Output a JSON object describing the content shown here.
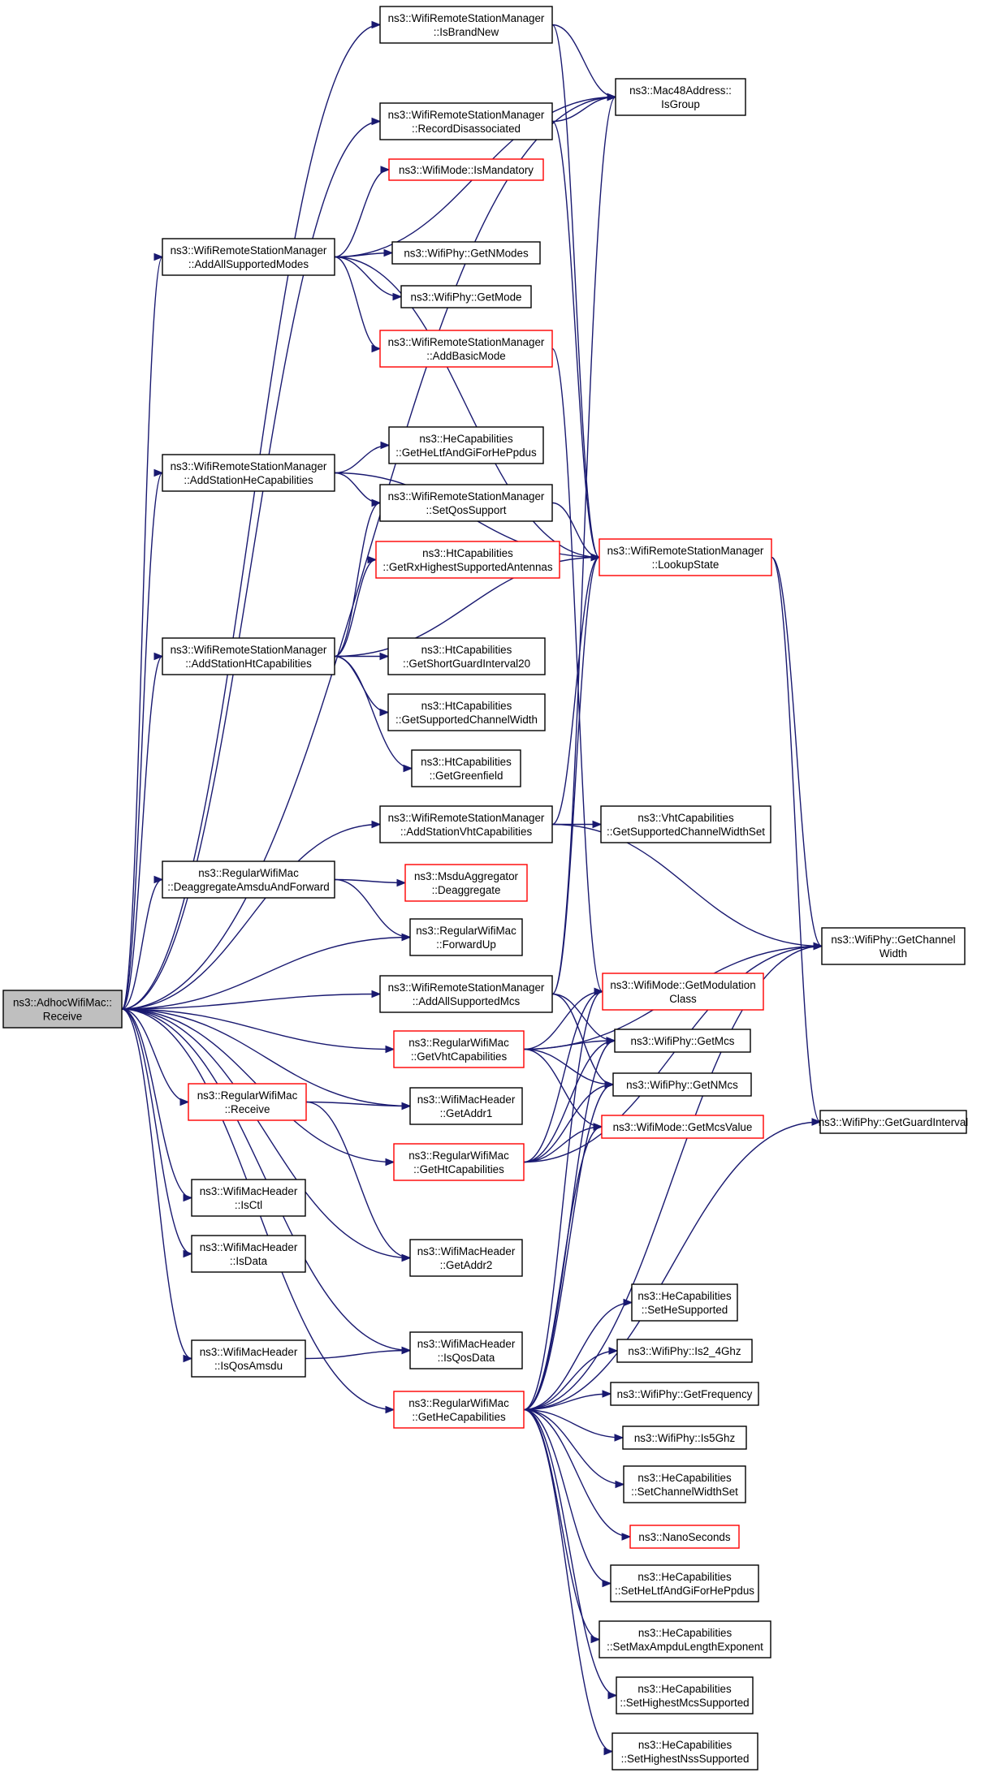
{
  "colors": {
    "edge": "#191970",
    "normal_border": "#000000",
    "truncated_border": "#ff0000",
    "root_fill": "#bfbfbf",
    "fill": "#ffffff"
  },
  "nodes": [
    {
      "id": "root",
      "lines": [
        "ns3::AdhocWifiMac::",
        "Receive"
      ],
      "style": "root"
    },
    {
      "id": "isBrandNew",
      "lines": [
        "ns3::WifiRemoteStationManager",
        "::IsBrandNew"
      ],
      "style": "normal"
    },
    {
      "id": "recordDisassoc",
      "lines": [
        "ns3::WifiRemoteStationManager",
        "::RecordDisassociated"
      ],
      "style": "normal"
    },
    {
      "id": "isMandatory",
      "lines": [
        "ns3::WifiMode::IsMandatory"
      ],
      "style": "truncated"
    },
    {
      "id": "addAllSupportedModes",
      "lines": [
        "ns3::WifiRemoteStationManager",
        "::AddAllSupportedModes"
      ],
      "style": "normal"
    },
    {
      "id": "getNModes",
      "lines": [
        "ns3::WifiPhy::GetNModes"
      ],
      "style": "normal"
    },
    {
      "id": "getMode",
      "lines": [
        "ns3::WifiPhy::GetMode"
      ],
      "style": "normal"
    },
    {
      "id": "addBasicMode",
      "lines": [
        "ns3::WifiRemoteStationManager",
        "::AddBasicMode"
      ],
      "style": "truncated"
    },
    {
      "id": "isGroup",
      "lines": [
        "ns3::Mac48Address::",
        "IsGroup"
      ],
      "style": "normal"
    },
    {
      "id": "getHeLtf",
      "lines": [
        "ns3::HeCapabilities",
        "::GetHeLtfAndGiForHePpdus"
      ],
      "style": "normal"
    },
    {
      "id": "addStationHe",
      "lines": [
        "ns3::WifiRemoteStationManager",
        "::AddStationHeCapabilities"
      ],
      "style": "normal"
    },
    {
      "id": "setQos",
      "lines": [
        "ns3::WifiRemoteStationManager",
        "::SetQosSupport"
      ],
      "style": "normal"
    },
    {
      "id": "lookupState",
      "lines": [
        "ns3::WifiRemoteStationManager",
        "::LookupState"
      ],
      "style": "truncated"
    },
    {
      "id": "getRxHighest",
      "lines": [
        "ns3::HtCapabilities",
        "::GetRxHighestSupportedAntennas"
      ],
      "style": "truncated"
    },
    {
      "id": "addStationHt",
      "lines": [
        "ns3::WifiRemoteStationManager",
        "::AddStationHtCapabilities"
      ],
      "style": "normal"
    },
    {
      "id": "getShortGuard",
      "lines": [
        "ns3::HtCapabilities",
        "::GetShortGuardInterval20"
      ],
      "style": "normal"
    },
    {
      "id": "getSupChanWidth",
      "lines": [
        "ns3::HtCapabilities",
        "::GetSupportedChannelWidth"
      ],
      "style": "normal"
    },
    {
      "id": "getGreenfield",
      "lines": [
        "ns3::HtCapabilities",
        "::GetGreenfield"
      ],
      "style": "normal"
    },
    {
      "id": "addStationVht",
      "lines": [
        "ns3::WifiRemoteStationManager",
        "::AddStationVhtCapabilities"
      ],
      "style": "normal"
    },
    {
      "id": "vhtGetSupChan",
      "lines": [
        "ns3::VhtCapabilities",
        "::GetSupportedChannelWidthSet"
      ],
      "style": "normal"
    },
    {
      "id": "deaggregateFwd",
      "lines": [
        "ns3::RegularWifiMac",
        "::DeaggregateAmsduAndForward"
      ],
      "style": "normal"
    },
    {
      "id": "deaggregate",
      "lines": [
        "ns3::MsduAggregator",
        "::Deaggregate"
      ],
      "style": "truncated"
    },
    {
      "id": "forwardUp",
      "lines": [
        "ns3::RegularWifiMac",
        "::ForwardUp"
      ],
      "style": "normal"
    },
    {
      "id": "getChannelWidth",
      "lines": [
        "ns3::WifiPhy::GetChannel",
        "Width"
      ],
      "style": "normal"
    },
    {
      "id": "addAllSupportedMcs",
      "lines": [
        "ns3::WifiRemoteStationManager",
        "::AddAllSupportedMcs"
      ],
      "style": "normal"
    },
    {
      "id": "getModClass",
      "lines": [
        "ns3::WifiMode::GetModulation",
        "Class"
      ],
      "style": "truncated"
    },
    {
      "id": "getVhtCap",
      "lines": [
        "ns3::RegularWifiMac",
        "::GetVhtCapabilities"
      ],
      "style": "truncated"
    },
    {
      "id": "getMcs",
      "lines": [
        "ns3::WifiPhy::GetMcs"
      ],
      "style": "normal"
    },
    {
      "id": "getNMcs",
      "lines": [
        "ns3::WifiPhy::GetNMcs"
      ],
      "style": "normal"
    },
    {
      "id": "rwmReceive",
      "lines": [
        "ns3::RegularWifiMac",
        "::Receive"
      ],
      "style": "truncated"
    },
    {
      "id": "getAddr1",
      "lines": [
        "ns3::WifiMacHeader",
        "::GetAddr1"
      ],
      "style": "normal"
    },
    {
      "id": "getMcsValue",
      "lines": [
        "ns3::WifiMode::GetMcsValue"
      ],
      "style": "truncated"
    },
    {
      "id": "getGuardInterval",
      "lines": [
        "ns3::WifiPhy::GetGuardInterval"
      ],
      "style": "normal"
    },
    {
      "id": "getHtCap",
      "lines": [
        "ns3::RegularWifiMac",
        "::GetHtCapabilities"
      ],
      "style": "truncated"
    },
    {
      "id": "isCtl",
      "lines": [
        "ns3::WifiMacHeader",
        "::IsCtl"
      ],
      "style": "normal"
    },
    {
      "id": "isData",
      "lines": [
        "ns3::WifiMacHeader",
        "::IsData"
      ],
      "style": "normal"
    },
    {
      "id": "getAddr2",
      "lines": [
        "ns3::WifiMacHeader",
        "::GetAddr2"
      ],
      "style": "normal"
    },
    {
      "id": "setHeSupported",
      "lines": [
        "ns3::HeCapabilities",
        "::SetHeSupported"
      ],
      "style": "normal"
    },
    {
      "id": "isQosAmsdu",
      "lines": [
        "ns3::WifiMacHeader",
        "::IsQosAmsdu"
      ],
      "style": "normal"
    },
    {
      "id": "isQosData",
      "lines": [
        "ns3::WifiMacHeader",
        "::IsQosData"
      ],
      "style": "normal"
    },
    {
      "id": "is24",
      "lines": [
        "ns3::WifiPhy::Is2_4Ghz"
      ],
      "style": "normal"
    },
    {
      "id": "getFreq",
      "lines": [
        "ns3::WifiPhy::GetFrequency"
      ],
      "style": "normal"
    },
    {
      "id": "getHeCap",
      "lines": [
        "ns3::RegularWifiMac",
        "::GetHeCapabilities"
      ],
      "style": "truncated"
    },
    {
      "id": "is5",
      "lines": [
        "ns3::WifiPhy::Is5Ghz"
      ],
      "style": "normal"
    },
    {
      "id": "setChanWidthSet",
      "lines": [
        "ns3::HeCapabilities",
        "::SetChannelWidthSet"
      ],
      "style": "normal"
    },
    {
      "id": "nanoSeconds",
      "lines": [
        "ns3::NanoSeconds"
      ],
      "style": "truncated"
    },
    {
      "id": "setHeLtf",
      "lines": [
        "ns3::HeCapabilities",
        "::SetHeLtfAndGiForHePpdus"
      ],
      "style": "normal"
    },
    {
      "id": "setMaxAmpdu",
      "lines": [
        "ns3::HeCapabilities",
        "::SetMaxAmpduLengthExponent"
      ],
      "style": "normal"
    },
    {
      "id": "setHighestMcs",
      "lines": [
        "ns3::HeCapabilities",
        "::SetHighestMcsSupported"
      ],
      "style": "normal"
    },
    {
      "id": "setHighestNss",
      "lines": [
        "ns3::HeCapabilities",
        "::SetHighestNssSupported"
      ],
      "style": "normal"
    }
  ],
  "edges": [
    [
      "root",
      "isBrandNew"
    ],
    [
      "root",
      "isGroup"
    ],
    [
      "root",
      "recordDisassoc"
    ],
    [
      "root",
      "addAllSupportedModes"
    ],
    [
      "root",
      "addStationHe"
    ],
    [
      "root",
      "addStationHt"
    ],
    [
      "root",
      "addStationVht"
    ],
    [
      "root",
      "deaggregateFwd"
    ],
    [
      "root",
      "forwardUp"
    ],
    [
      "root",
      "addAllSupportedMcs"
    ],
    [
      "root",
      "getVhtCap"
    ],
    [
      "root",
      "rwmReceive"
    ],
    [
      "root",
      "getAddr1"
    ],
    [
      "root",
      "getHtCap"
    ],
    [
      "root",
      "isCtl"
    ],
    [
      "root",
      "isData"
    ],
    [
      "root",
      "getAddr2"
    ],
    [
      "root",
      "isQosAmsdu"
    ],
    [
      "root",
      "isQosData"
    ],
    [
      "root",
      "getHeCap"
    ],
    [
      "isBrandNew",
      "isGroup"
    ],
    [
      "isBrandNew",
      "lookupState"
    ],
    [
      "recordDisassoc",
      "isGroup"
    ],
    [
      "recordDisassoc",
      "lookupState"
    ],
    [
      "addAllSupportedModes",
      "isMandatory"
    ],
    [
      "addAllSupportedModes",
      "getNModes"
    ],
    [
      "addAllSupportedModes",
      "getMode"
    ],
    [
      "addAllSupportedModes",
      "addBasicMode"
    ],
    [
      "addAllSupportedModes",
      "isGroup"
    ],
    [
      "addAllSupportedModes",
      "lookupState"
    ],
    [
      "addBasicMode",
      "getModClass"
    ],
    [
      "addStationHe",
      "getHeLtf"
    ],
    [
      "addStationHe",
      "setQos"
    ],
    [
      "addStationHe",
      "lookupState"
    ],
    [
      "setQos",
      "lookupState"
    ],
    [
      "addStationHt",
      "setQos"
    ],
    [
      "addStationHt",
      "getRxHighest"
    ],
    [
      "addStationHt",
      "lookupState"
    ],
    [
      "addStationHt",
      "getShortGuard"
    ],
    [
      "addStationHt",
      "getSupChanWidth"
    ],
    [
      "addStationHt",
      "getGreenfield"
    ],
    [
      "addStationVht",
      "vhtGetSupChan"
    ],
    [
      "addStationVht",
      "lookupState"
    ],
    [
      "addStationVht",
      "getChannelWidth"
    ],
    [
      "lookupState",
      "getChannelWidth"
    ],
    [
      "lookupState",
      "getGuardInterval"
    ],
    [
      "deaggregateFwd",
      "deaggregate"
    ],
    [
      "deaggregateFwd",
      "forwardUp"
    ],
    [
      "addAllSupportedMcs",
      "isGroup"
    ],
    [
      "addAllSupportedMcs",
      "lookupState"
    ],
    [
      "addAllSupportedMcs",
      "getMcs"
    ],
    [
      "addAllSupportedMcs",
      "getNMcs"
    ],
    [
      "getVhtCap",
      "getChannelWidth"
    ],
    [
      "getVhtCap",
      "getModClass"
    ],
    [
      "getVhtCap",
      "getMcs"
    ],
    [
      "getVhtCap",
      "getNMcs"
    ],
    [
      "getVhtCap",
      "getMcsValue"
    ],
    [
      "rwmReceive",
      "getAddr1"
    ],
    [
      "rwmReceive",
      "getAddr2"
    ],
    [
      "getHtCap",
      "getModClass"
    ],
    [
      "getHtCap",
      "getMcs"
    ],
    [
      "getHtCap",
      "getNMcs"
    ],
    [
      "getHtCap",
      "getMcsValue"
    ],
    [
      "getHtCap",
      "getChannelWidth"
    ],
    [
      "isQosAmsdu",
      "isQosData"
    ],
    [
      "getHeCap",
      "getModClass"
    ],
    [
      "getHeCap",
      "getMcs"
    ],
    [
      "getHeCap",
      "getNMcs"
    ],
    [
      "getHeCap",
      "getMcsValue"
    ],
    [
      "getHeCap",
      "getChannelWidth"
    ],
    [
      "getHeCap",
      "getGuardInterval"
    ],
    [
      "getHeCap",
      "setHeSupported"
    ],
    [
      "getHeCap",
      "is24"
    ],
    [
      "getHeCap",
      "getFreq"
    ],
    [
      "getHeCap",
      "is5"
    ],
    [
      "getHeCap",
      "setChanWidthSet"
    ],
    [
      "getHeCap",
      "nanoSeconds"
    ],
    [
      "getHeCap",
      "setHeLtf"
    ],
    [
      "getHeCap",
      "setMaxAmpdu"
    ],
    [
      "getHeCap",
      "setHighestMcs"
    ],
    [
      "getHeCap",
      "setHighestNss"
    ]
  ]
}
